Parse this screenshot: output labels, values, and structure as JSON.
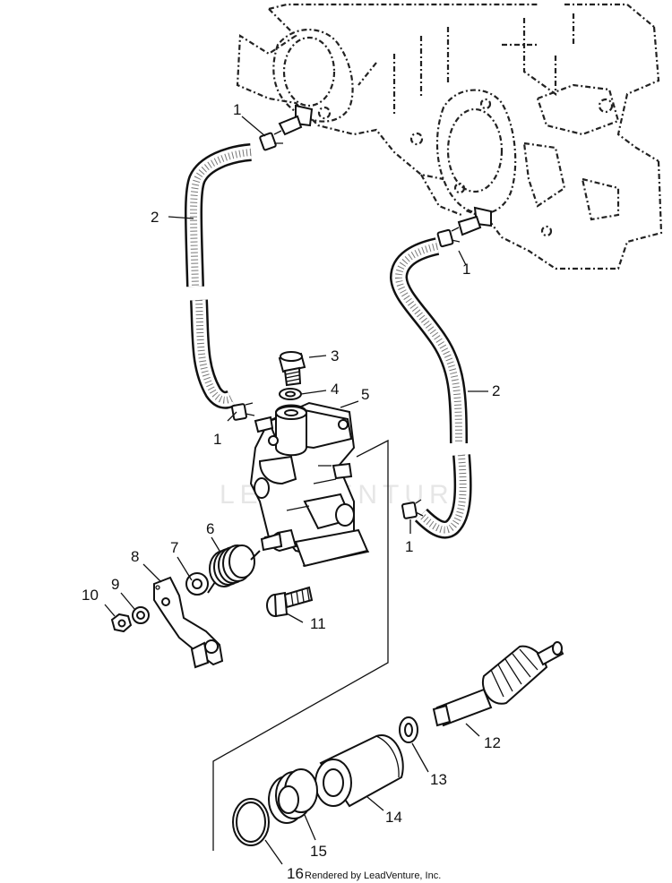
{
  "diagram": {
    "footer": "Rendered by LeadVenture, Inc.",
    "watermark": "LEADVENTURE",
    "callouts": {
      "c1a": "1",
      "c1b": "1",
      "c1c": "1",
      "c1d": "1",
      "c2a": "2",
      "c2b": "2",
      "c3": "3",
      "c4": "4",
      "c5": "5",
      "c6": "6",
      "c7": "7",
      "c8": "8",
      "c9": "9",
      "c10": "10",
      "c11": "11",
      "c12": "12",
      "c13": "13",
      "c14": "14",
      "c15": "15",
      "c16": "16"
    }
  }
}
